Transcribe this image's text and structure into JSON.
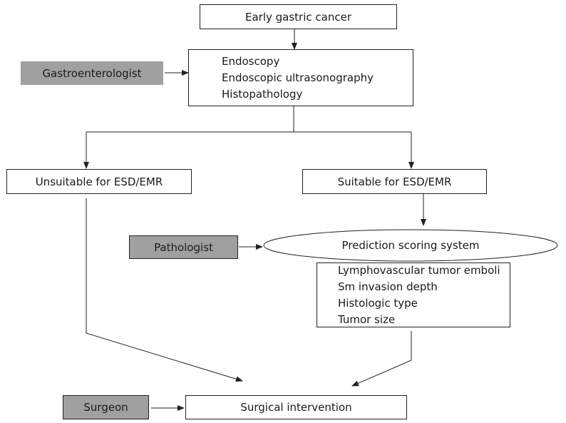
{
  "nodes": {
    "start": "Early gastric cancer",
    "evaluation": [
      "Endoscopy",
      "Endoscopic ultrasonography",
      "Histopathology"
    ],
    "unsuitable": "Unsuitable for ESD/EMR",
    "suitable": "Suitable for ESD/EMR",
    "scoring": "Prediction scoring system",
    "factors": [
      "Lymphovascular tumor emboli",
      "Sm invasion depth",
      "Histologic type",
      "Tumor size"
    ],
    "surgery": "Surgical intervention"
  },
  "roles": {
    "gastroenterologist": "Gastroenterologist",
    "pathologist": "Pathologist",
    "surgeon": "Surgeon"
  },
  "colors": {
    "role_fill": "#a0a0a0",
    "line": "#222222"
  }
}
